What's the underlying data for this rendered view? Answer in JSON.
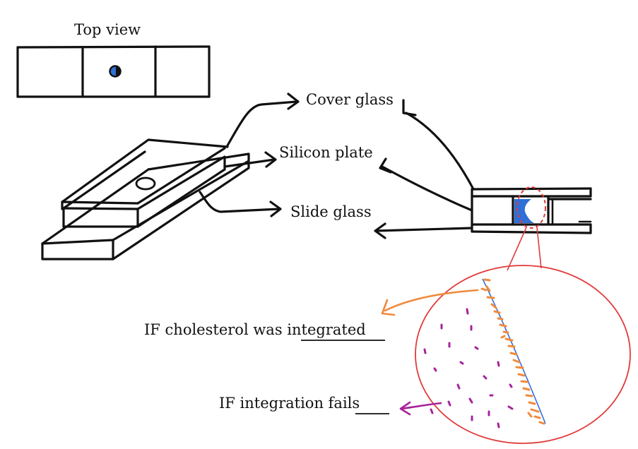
{
  "labels": {
    "top_view": "Top view",
    "cover_glass": "Cover glass",
    "silicon_plate": "Silicon plate",
    "slide_glass": "Slide glass",
    "if_integrated_prefix": "IF cholesterol was ",
    "if_integrated_emph": "integrated",
    "if_fails_prefix": "IF integration ",
    "if_fails_emph": "fails"
  },
  "colors": {
    "ink": "#111111",
    "blue": "#2f6fd6",
    "red": "#e23b3b",
    "orange": "#f08a3c",
    "magenta": "#a6239a"
  }
}
